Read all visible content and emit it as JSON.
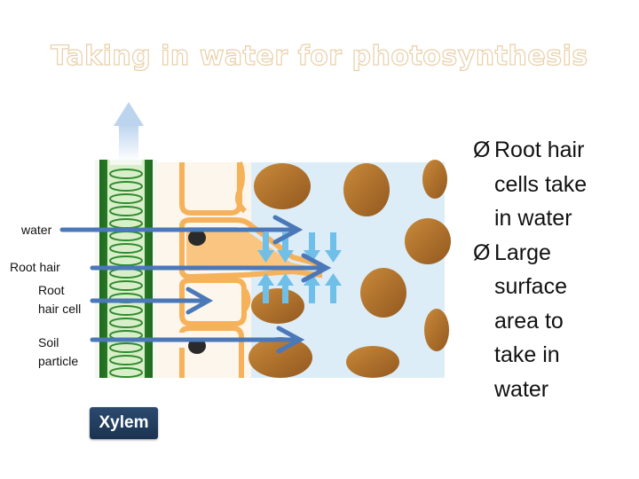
{
  "title": "Taking in water for photosynthesis",
  "labels": {
    "water": "water",
    "root_hair": "Root hair",
    "root_hair_cell_line1": "Root",
    "root_hair_cell_line2": "hair cell",
    "soil_particle_line1": "Soil",
    "soil_particle_line2": "particle",
    "xylem": "Xylem"
  },
  "bullets": [
    {
      "mark": "Ø",
      "lines": [
        "Root hair",
        "cells take",
        "in water"
      ]
    },
    {
      "mark": "Ø",
      "lines": [
        "Large",
        "surface",
        "area to",
        "take in",
        "water"
      ]
    }
  ],
  "colors": {
    "title_outline": "#e8cfa8",
    "xylem_green": "#2e8b2e",
    "cell_orange": "#f6b25a",
    "soil_brown": "#b8792e",
    "water_blue": "#dcedf8",
    "arrow_blue": "#4a78b8",
    "label_box": "#1f3a5c"
  }
}
